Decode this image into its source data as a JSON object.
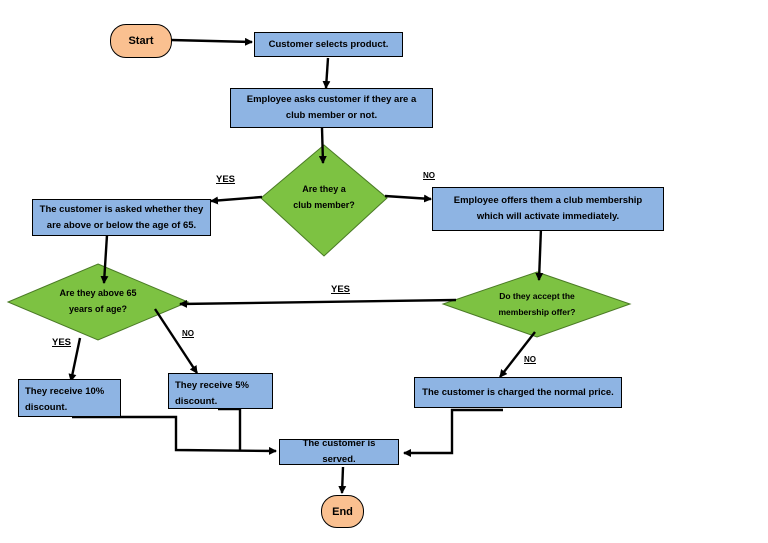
{
  "nodes": {
    "start": "Start",
    "select": "Customer selects product.",
    "ask": "Employee asks customer if they are a club member or not.",
    "member_q": "Are they a club member?",
    "age_ask": "The customer is asked whether they are above or below the age of 65.",
    "offer": "Employee offers them a club membership which will activate immediately.",
    "above65_q": "Are they above 65 years of age?",
    "accept_q": "Do they accept the membership offer?",
    "ten": "They receive 10% discount.",
    "five": "They receive 5% discount.",
    "normal": "The customer is charged the normal price.",
    "served": "The customer is served.",
    "end": "End"
  },
  "labels": {
    "yes_member": "YES",
    "no_member": "NO",
    "yes_accept": "YES",
    "yes_above": "YES",
    "no_above": "NO",
    "no_accept": "NO"
  },
  "colors": {
    "process": "#8eb4e3",
    "decision": "#7dc242",
    "terminal": "#fac090",
    "line": "#000000"
  }
}
